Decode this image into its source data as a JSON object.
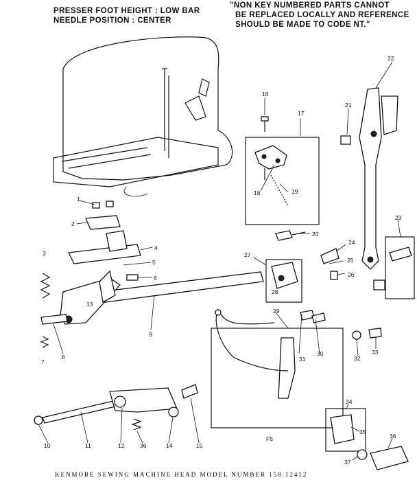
{
  "header": {
    "left_line1": "PRESSER FOOT HEIGHT : LOW BAR",
    "left_line2": "NEEDLE POSITION : CENTER",
    "right_line1": "\"NON KEY NUMBERED PARTS CANNOT",
    "right_line2": "BE REPLACED LOCALLY AND REFERENCE",
    "right_line3": "SHOULD BE MADE TO CODE NT.\""
  },
  "footer": {
    "caption": "KENMORE SEWING MACHINE HEAD MODEL NUMBER 158.12412",
    "mark": "F5"
  },
  "part_numbers": [
    "1",
    "2",
    "3",
    "4",
    "5",
    "6",
    "7",
    "8",
    "9",
    "10",
    "11",
    "12",
    "13",
    "14",
    "15",
    "16",
    "17",
    "18",
    "19",
    "20",
    "21",
    "22",
    "23",
    "24",
    "25",
    "26",
    "27",
    "28",
    "29",
    "30",
    "31",
    "32",
    "33",
    "34",
    "35",
    "36",
    "36",
    "37"
  ]
}
